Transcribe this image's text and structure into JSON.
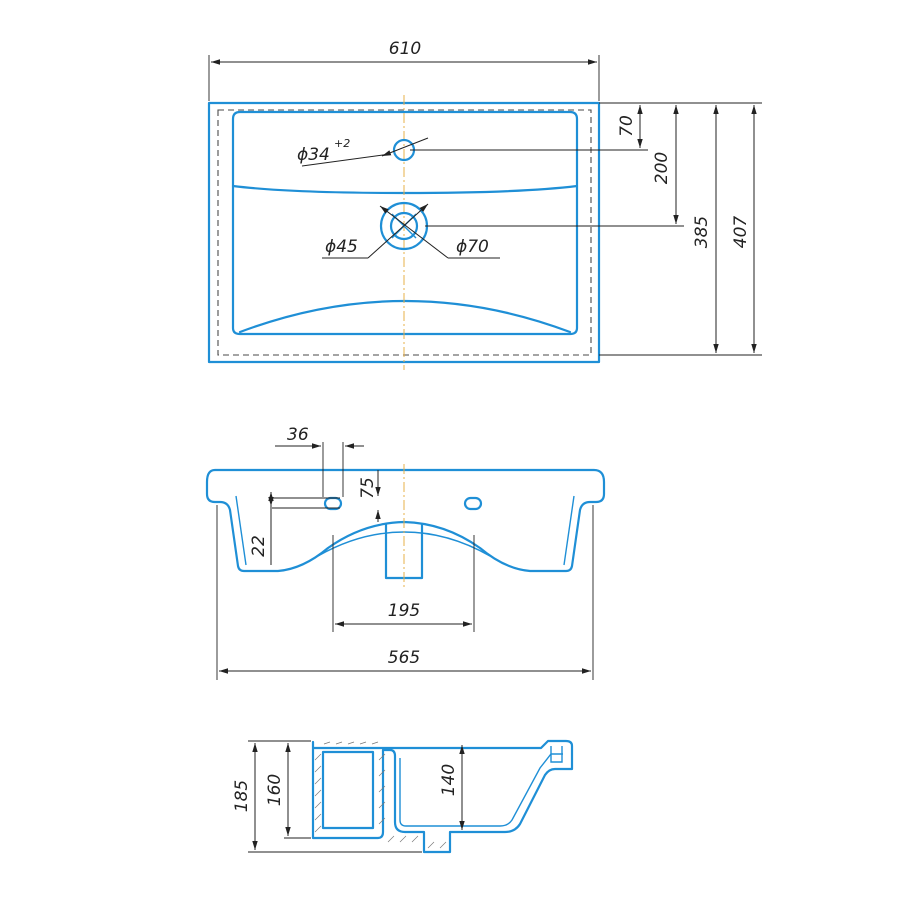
{
  "top_view": {
    "width_label": "610",
    "depth_label": "407",
    "basin_depth_label": "385",
    "drain_offset_label": "200",
    "tap_offset_label": "70",
    "tap_hole": {
      "diameter": "34",
      "tolerance": "+2"
    },
    "drain_inner": {
      "diameter": "45"
    },
    "drain_outer": {
      "diameter": "70"
    },
    "diameter_symbol": "ϕ"
  },
  "front_view": {
    "overflow_spacing_label": "36",
    "overflow_height_label": "75",
    "rim_label": "22",
    "drain_width_label": "195",
    "basin_width_label": "565"
  },
  "side_view": {
    "total_height_label": "185",
    "inner_height_label": "160",
    "basin_depth_label": "140"
  },
  "colors": {
    "outline": "#1f8fd6",
    "dimension": "#222222",
    "centerline": "#e7b04a",
    "hidden": "#4a4a4a"
  }
}
